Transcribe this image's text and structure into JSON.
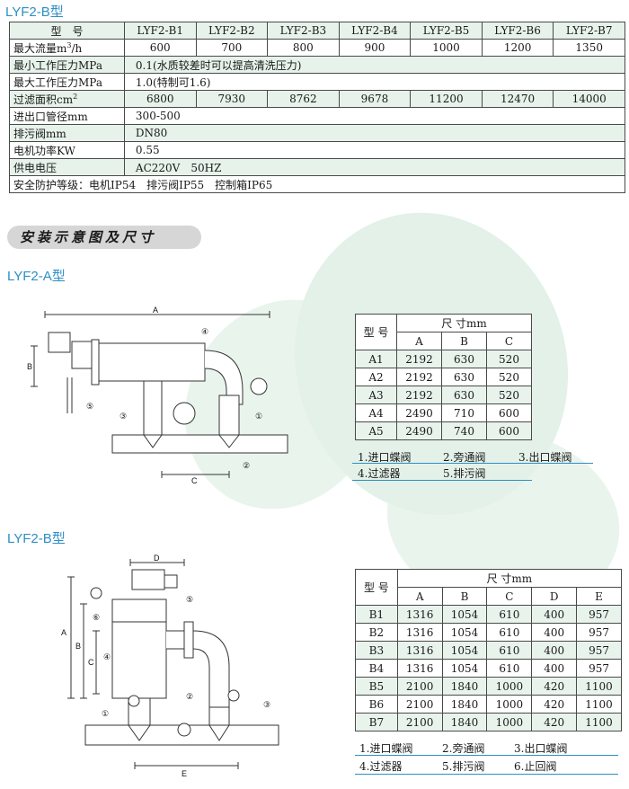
{
  "b_title": "LYF2-B型",
  "spec": {
    "header": {
      "label": "型　号",
      "models": [
        "LYF2-B1",
        "LYF2-B2",
        "LYF2-B3",
        "LYF2-B4",
        "LYF2-B5",
        "LYF2-B6",
        "LYF2-B7"
      ]
    },
    "flow": {
      "label": "最大流量m³/h",
      "values": [
        "600",
        "700",
        "800",
        "900",
        "1000",
        "1200",
        "1350"
      ]
    },
    "min_pressure": {
      "label": "最小工作压力MPa",
      "value": "0.1(水质较差时可以提高清洗压力)"
    },
    "max_pressure": {
      "label": "最大工作压力MPa",
      "value": "1.0(特制可1.6)"
    },
    "filter_area": {
      "label": "过滤面积cm²",
      "values": [
        "6800",
        "7930",
        "8762",
        "9678",
        "11200",
        "12470",
        "14000"
      ]
    },
    "pipe": {
      "label": "进出口管径mm",
      "value": "300-500"
    },
    "drain": {
      "label": "排污阀mm",
      "value": "DN80"
    },
    "power": {
      "label": "电机功率KW",
      "value": "0.55"
    },
    "voltage": {
      "label": "供电电压",
      "value": "AC220V　50HZ"
    },
    "safety": "安全防护等级：电机IP54　排污阀IP55　控制箱IP65"
  },
  "section_title": "安装示意图及尺寸",
  "a_model": {
    "title": "LYF2-A型",
    "table": {
      "model_label": "型 号",
      "size_label": "尺 寸mm",
      "cols": [
        "A",
        "B",
        "C"
      ],
      "rows": [
        {
          "model": "A1",
          "vals": [
            "2192",
            "630",
            "520"
          ]
        },
        {
          "model": "A2",
          "vals": [
            "2192",
            "630",
            "520"
          ]
        },
        {
          "model": "A3",
          "vals": [
            "2192",
            "630",
            "520"
          ]
        },
        {
          "model": "A4",
          "vals": [
            "2490",
            "710",
            "600"
          ]
        },
        {
          "model": "A5",
          "vals": [
            "2490",
            "740",
            "600"
          ]
        }
      ]
    },
    "legend": [
      "1.进口蝶阀",
      "2.旁通阀",
      "3.出口蝶阀",
      "4.过滤器",
      "5.排污阀"
    ],
    "diagram_labels": {
      "a": "A",
      "b": "B",
      "c": "C",
      "n1": "①",
      "n2": "②",
      "n3": "③",
      "n4": "④",
      "n5": "⑤"
    }
  },
  "b_model": {
    "title": "LYF2-B型",
    "table": {
      "model_label": "型 号",
      "size_label": "尺 寸mm",
      "cols": [
        "A",
        "B",
        "C",
        "D",
        "E"
      ],
      "rows": [
        {
          "model": "B1",
          "vals": [
            "1316",
            "1054",
            "610",
            "400",
            "957"
          ]
        },
        {
          "model": "B2",
          "vals": [
            "1316",
            "1054",
            "610",
            "400",
            "957"
          ]
        },
        {
          "model": "B3",
          "vals": [
            "1316",
            "1054",
            "610",
            "400",
            "957"
          ]
        },
        {
          "model": "B4",
          "vals": [
            "1316",
            "1054",
            "610",
            "400",
            "957"
          ]
        },
        {
          "model": "B5",
          "vals": [
            "2100",
            "1840",
            "1000",
            "420",
            "1100"
          ]
        },
        {
          "model": "B6",
          "vals": [
            "2100",
            "1840",
            "1000",
            "420",
            "1100"
          ]
        },
        {
          "model": "B7",
          "vals": [
            "2100",
            "1840",
            "1000",
            "420",
            "1100"
          ]
        }
      ]
    },
    "legend": [
      "1.进口蝶阀",
      "2.旁通阀",
      "3.出口蝶阀",
      "4.过滤器",
      "5.排污阀",
      "6.止回阀"
    ],
    "diagram_labels": {
      "a": "A",
      "b": "B",
      "c": "C",
      "d": "D",
      "e": "E",
      "n1": "①",
      "n2": "②",
      "n3": "③",
      "n4": "④",
      "n5": "⑤",
      "n6": "⑥"
    }
  },
  "colors": {
    "accent": "#2d8fc4",
    "leaf": "#e3f1e8",
    "row_tint": "#e6f2ea"
  }
}
